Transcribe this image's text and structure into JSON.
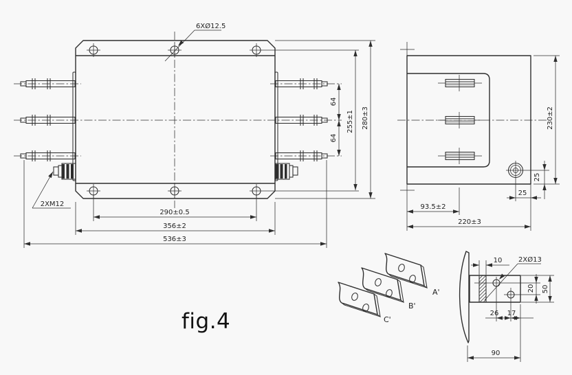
{
  "figure": {
    "caption": "fig.4"
  },
  "front_view": {
    "hole_callout": "6XØ12.5",
    "terminal_callout": "2XM12",
    "dim_hole_spacing_h": "290±0.5",
    "dim_flange_width": "356±2",
    "dim_overall_width": "536±3",
    "dim_stud_pitch_upper": "64",
    "dim_stud_pitch_lower": "64",
    "dim_hole_spacing_v": "255±1",
    "dim_overall_height": "280±3"
  },
  "side_view": {
    "dim_height": "230±2",
    "dim_terminal_offset": "93.5±2",
    "dim_depth": "220±3",
    "dim_ground_stud_vertical": "25",
    "dim_ground_stud_horizontal": "25"
  },
  "busbar_detail": {
    "plate_labels": [
      "A'",
      "B'",
      "C'"
    ],
    "dim_wall_thickness": "10",
    "hole_callout": "2XØ13",
    "dim_hole_offset_v": "20",
    "dim_plate_width": "50",
    "dim_hole_spacing": "26",
    "dim_hole_edge": "17",
    "dim_plate_length": "90"
  }
}
